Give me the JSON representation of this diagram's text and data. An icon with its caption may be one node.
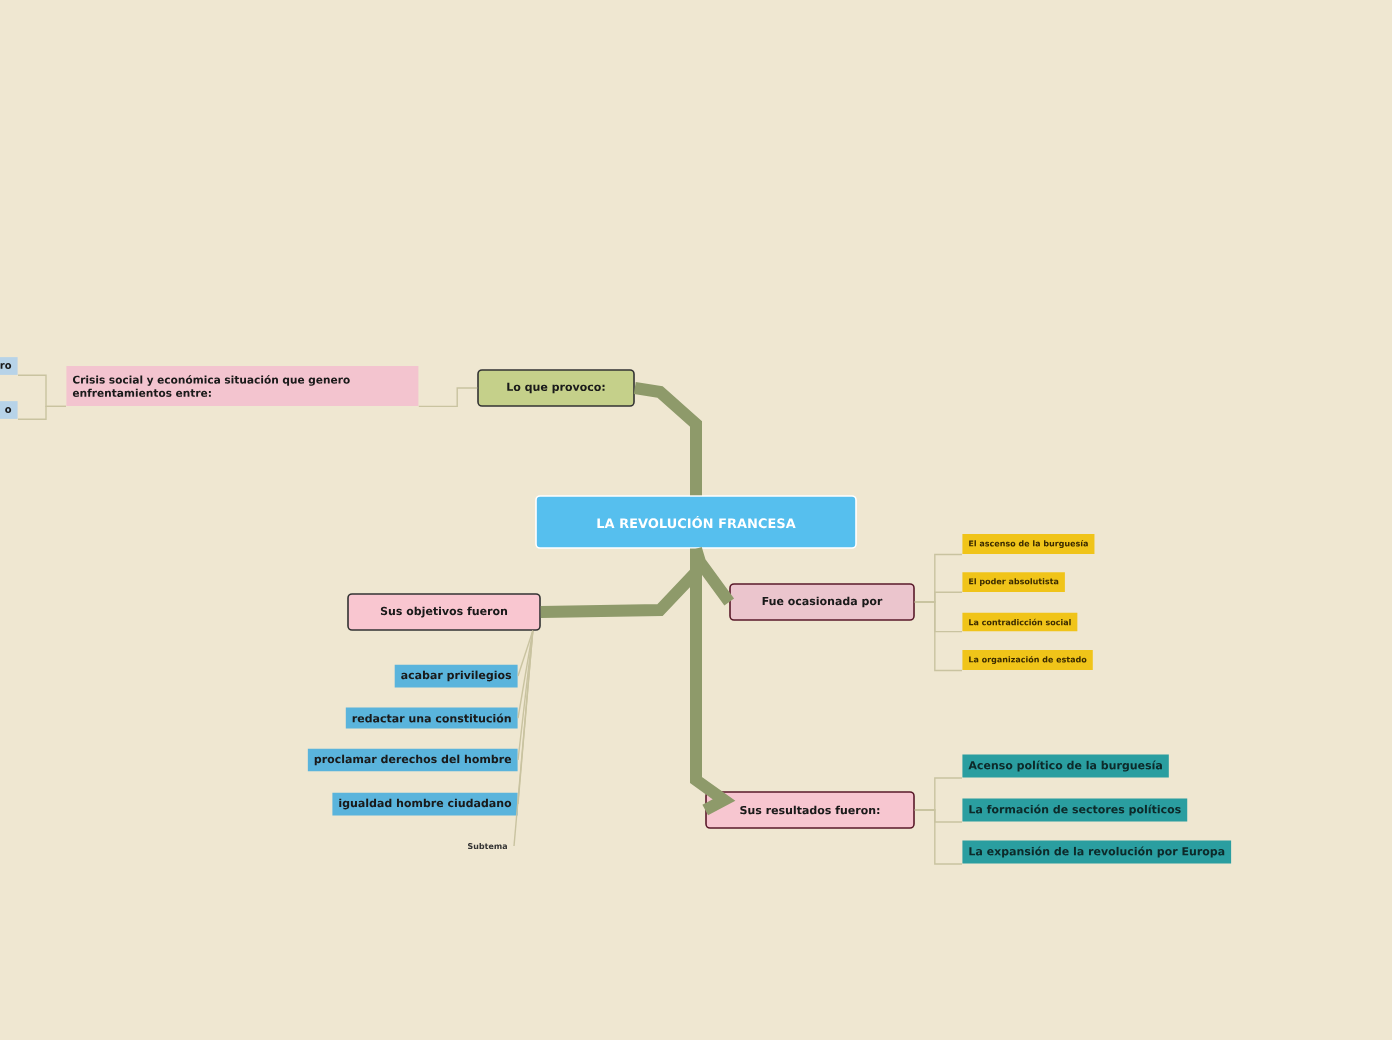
{
  "diagram": {
    "nodes": [
      {
        "text": [
          "LA REVOLUCIÓN FRANCESA"
        ]
      },
      {
        "text": [
          "Lo que provoco:"
        ]
      },
      {
        "text": [
          "Crisis social y económica situación que genero enfrentamientos entre:"
        ]
      },
      {
        "text": [
          "ro"
        ]
      },
      {
        "text": [
          "o"
        ]
      },
      {
        "text": [
          "Fue ocasionada por"
        ]
      },
      {
        "text": [
          "El ascenso de la burguesía"
        ]
      },
      {
        "text": [
          "El poder absolutista"
        ]
      },
      {
        "text": [
          "La contradicción social"
        ]
      },
      {
        "text": [
          "La organización de estado"
        ]
      },
      {
        "text": [
          "Sus resultados fueron:"
        ]
      },
      {
        "text": [
          "Acenso político de la burguesía"
        ]
      },
      {
        "text": [
          "La formación de sectores políticos"
        ]
      },
      {
        "text": [
          "La expansión de la revolución por Europa"
        ]
      },
      {
        "text": [
          "Sus objetivos fueron"
        ]
      },
      {
        "text": [
          "acabar privilegios"
        ]
      },
      {
        "text": [
          "redactar una constitución"
        ]
      },
      {
        "text": [
          "proclamar derechos del hombre"
        ]
      },
      {
        "text": [
          "igualdad hombre ciudadano"
        ]
      },
      {
        "text": [
          "Subtema"
        ]
      }
    ],
    "edges": [
      {
        "from": 0,
        "to": 1,
        "arrow": "none",
        "style": "thick"
      },
      {
        "from": 0,
        "to": 5,
        "arrow": "none",
        "style": "thick"
      },
      {
        "from": 0,
        "to": 10,
        "arrow": "none",
        "style": "thick"
      },
      {
        "from": 0,
        "to": 14,
        "arrow": "none",
        "style": "thick"
      },
      {
        "from": 1,
        "to": 2,
        "arrow": "none"
      },
      {
        "from": 2,
        "to": 3,
        "arrow": "none"
      },
      {
        "from": 2,
        "to": 4,
        "arrow": "none"
      },
      {
        "from": 5,
        "to": 6,
        "arrow": "none"
      },
      {
        "from": 5,
        "to": 7,
        "arrow": "none"
      },
      {
        "from": 5,
        "to": 8,
        "arrow": "none"
      },
      {
        "from": 5,
        "to": 9,
        "arrow": "none"
      },
      {
        "from": 10,
        "to": 11,
        "arrow": "none"
      },
      {
        "from": 10,
        "to": 12,
        "arrow": "none"
      },
      {
        "from": 10,
        "to": 13,
        "arrow": "none"
      },
      {
        "from": 14,
        "to": 15,
        "arrow": "none"
      },
      {
        "from": 14,
        "to": 16,
        "arrow": "none"
      },
      {
        "from": 14,
        "to": 17,
        "arrow": "none"
      },
      {
        "from": 14,
        "to": 18,
        "arrow": "none"
      },
      {
        "from": 14,
        "to": 19,
        "arrow": "none"
      }
    ]
  }
}
